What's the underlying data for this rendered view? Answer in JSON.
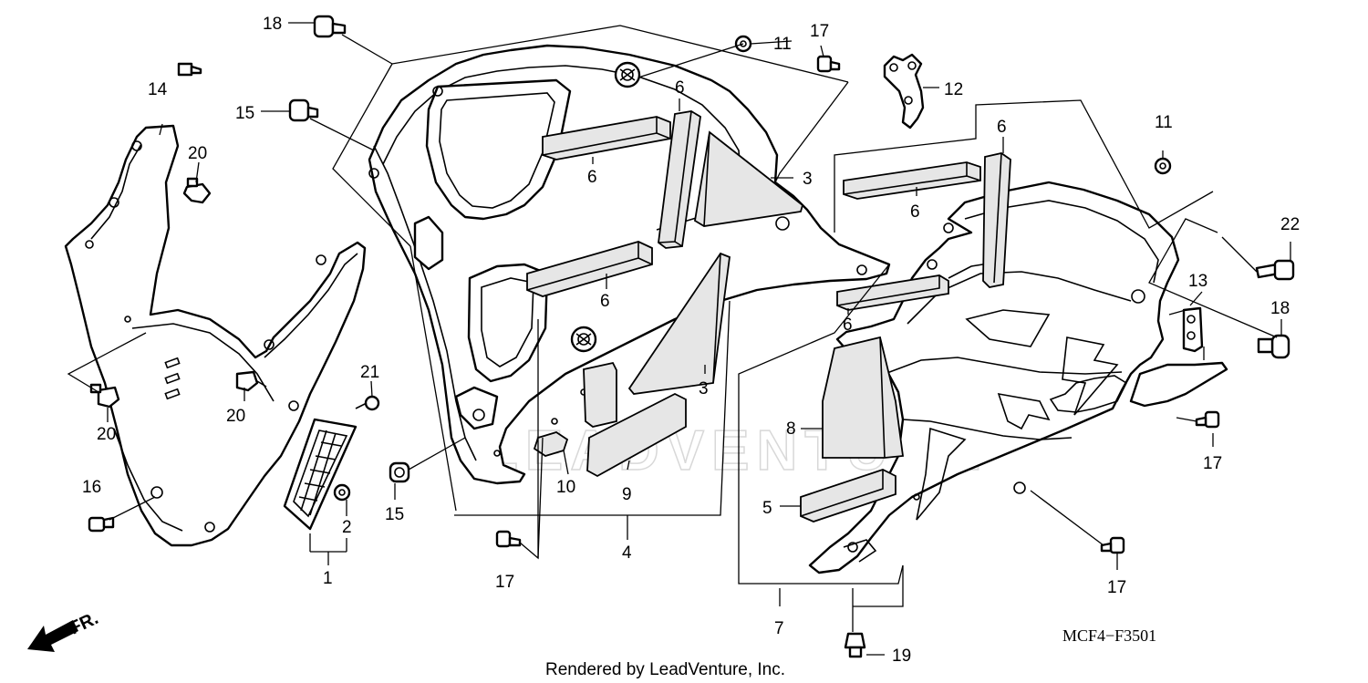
{
  "diagram": {
    "code": "MCF4−F3501",
    "credit": "Rendered by LeadVenture, Inc.",
    "direction_label": "FR.",
    "watermark": "LEADVENTURE",
    "direction_icon": "arrow-icon",
    "labels": {
      "p1": "1",
      "p2": "2",
      "p3a": "3",
      "p3b": "3",
      "p4": "4",
      "p5": "5",
      "p6a": "6",
      "p6b": "6",
      "p6c": "6",
      "p6d": "6",
      "p6e": "6",
      "p6f": "6",
      "p7": "7",
      "p8": "8",
      "p9": "9",
      "p10": "10",
      "p11a": "11",
      "p11b": "11",
      "p12": "12",
      "p13": "13",
      "p14": "14",
      "p15a": "15",
      "p15b": "15",
      "p16": "16",
      "p17a": "17",
      "p17b": "17",
      "p17c": "17",
      "p17d": "17",
      "p18a": "18",
      "p18b": "18",
      "p19": "19",
      "p20a": "20",
      "p20b": "20",
      "p20c": "20",
      "p21": "21",
      "p22": "22"
    }
  }
}
